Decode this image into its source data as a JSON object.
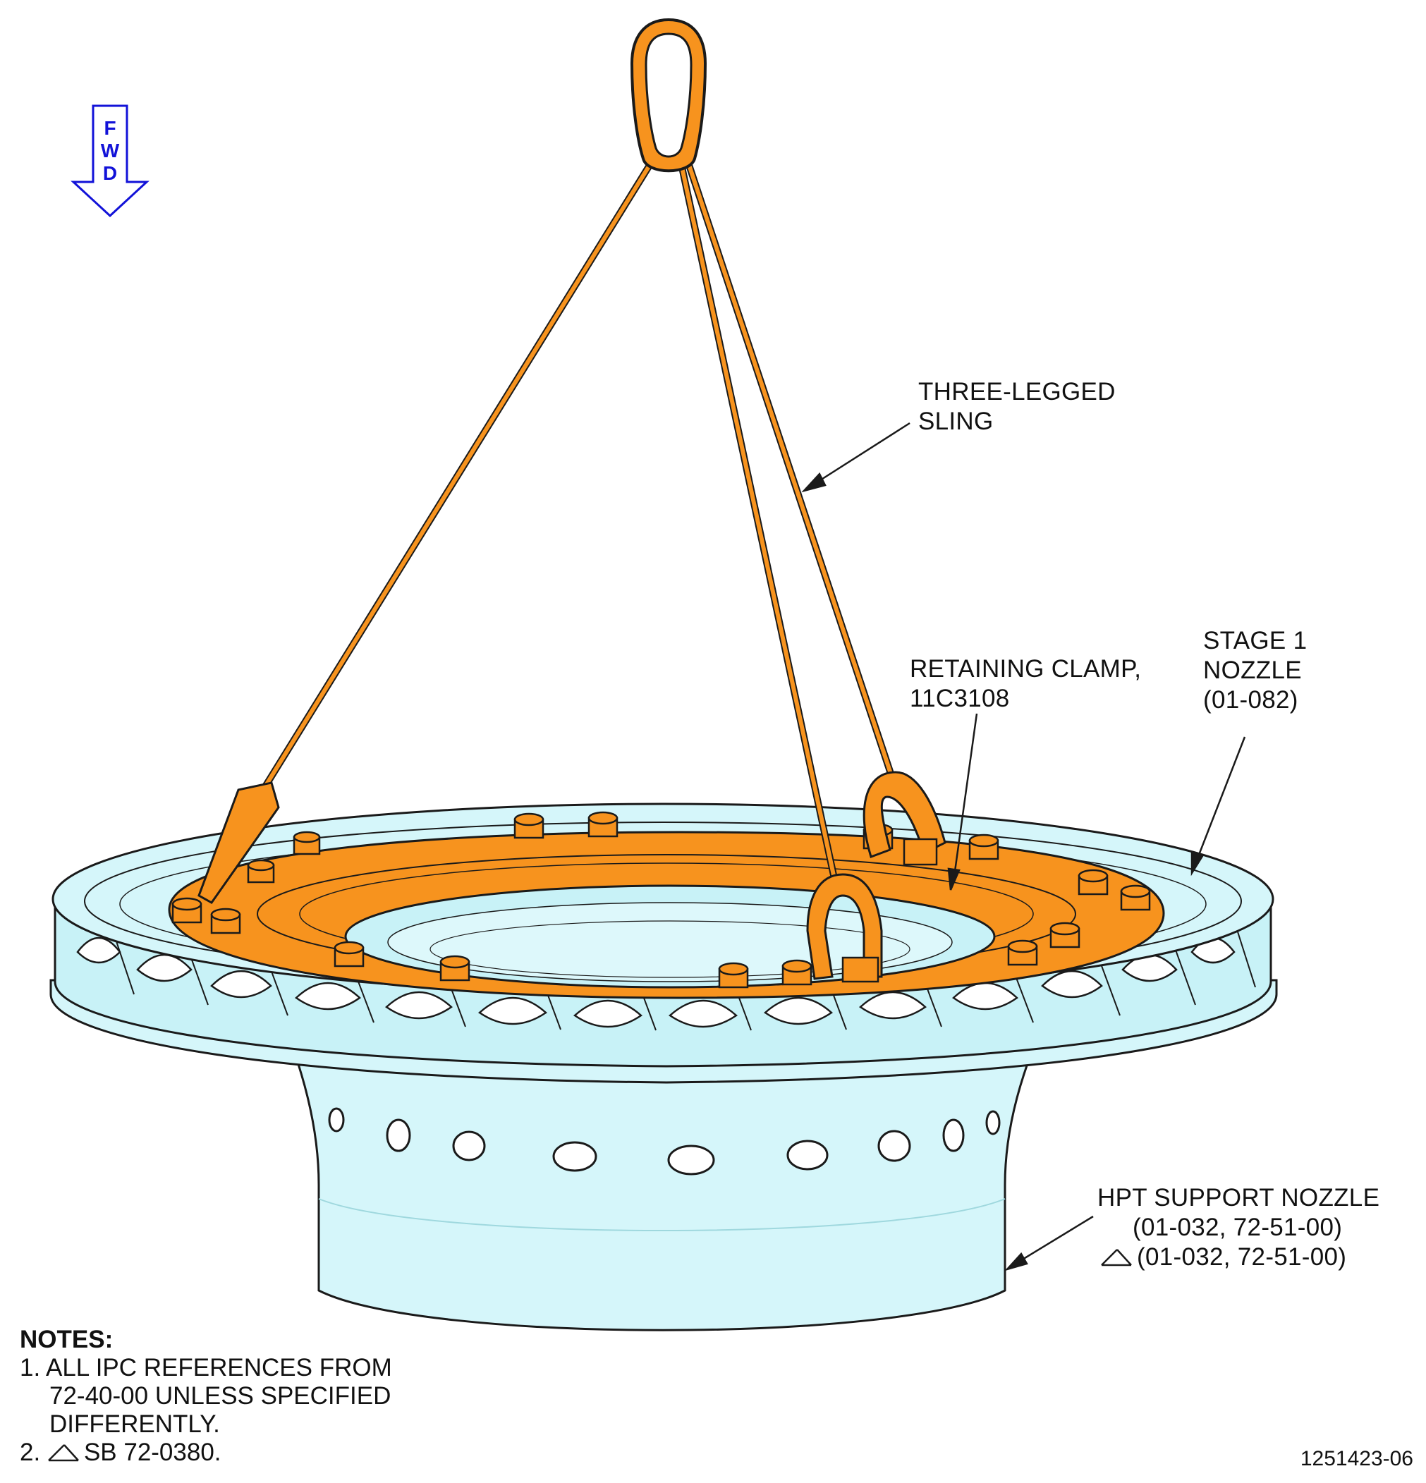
{
  "colors": {
    "orange": "#f7931e",
    "orange_dark": "#b85f00",
    "cyan": "#d5f6fa",
    "cyan_mid": "#bdeef3",
    "line": "#1a1a1a",
    "fwd_blue": "#1212d8"
  },
  "fwd_arrow": {
    "letters": [
      "F",
      "W",
      "D"
    ]
  },
  "callouts": {
    "sling": {
      "line1": "THREE-LEGGED",
      "line2": "SLING"
    },
    "clamp": {
      "line1": "RETAINING CLAMP,",
      "line2": "11C3108"
    },
    "nozzle": {
      "line1": "STAGE 1",
      "line2": "NOZZLE",
      "line3": "(01-082)"
    },
    "hpt": {
      "line1": "HPT SUPPORT NOZZLE",
      "line2": "(01-032, 72-51-00)",
      "line3": "(01-032, 72-51-00)"
    }
  },
  "notes": {
    "title": "NOTES:",
    "note1": {
      "num": "1.",
      "text_line1": "ALL IPC REFERENCES FROM",
      "text_line2": "72-40-00 UNLESS SPECIFIED",
      "text_line3": "DIFFERENTLY."
    },
    "note2": {
      "num": "2.",
      "text": "SB 72-0380."
    }
  },
  "figure_id": "1251423-06"
}
